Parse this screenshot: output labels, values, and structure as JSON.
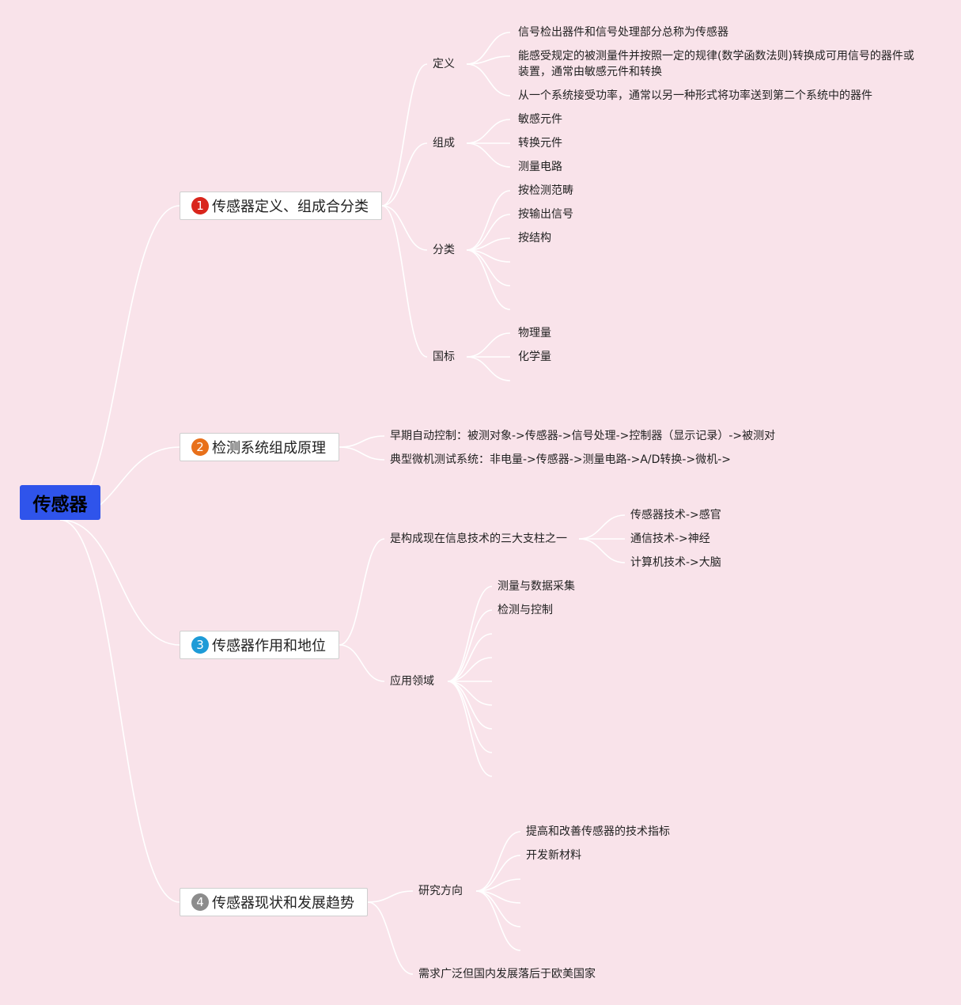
{
  "root": {
    "label": "传感器",
    "color": "#2f54eb"
  },
  "branches": [
    {
      "number": "1",
      "badge_color": "#d9251c",
      "label": "传感器定义、组成合分类",
      "children": [
        {
          "label": "定义",
          "children": [
            "信号检出器件和信号处理部分总称为传感器",
            "能感受规定的被测量件并按照一定的规律(数学函数法则)转换成可用信号的器件或装置，通常由敏感元件和转换",
            "从一个系统接受功率，通常以另一种形式将功率送到第二个系统中的器件"
          ]
        },
        {
          "label": "组成",
          "children": [
            "敏感元件",
            "转换元件",
            "测量电路"
          ]
        },
        {
          "label": "分类",
          "children": [
            "按检测范畴",
            "按输出信号",
            "按结构"
          ]
        },
        {
          "label": "国标",
          "children": [
            "物理量",
            "化学量"
          ]
        }
      ]
    },
    {
      "number": "2",
      "badge_color": "#e8701a",
      "label": "检测系统组成原理",
      "children": [
        "早期自动控制：被测对象->传感器->信号处理->控制器（显示记录）->被测对",
        "典型微机测试系统：非电量->传感器->测量电路->A/D转换->微机->"
      ]
    },
    {
      "number": "3",
      "badge_color": "#1e9bd7",
      "label": "传感器作用和地位",
      "children": [
        {
          "label": "是构成现在信息技术的三大支柱之一",
          "children": [
            "传感器技术->感官",
            "通信技术->神经",
            "计算机技术->大脑"
          ]
        },
        {
          "label": "应用领域",
          "children": [
            "测量与数据采集",
            "检测与控制"
          ]
        }
      ]
    },
    {
      "number": "4",
      "badge_color": "#8c8c8c",
      "label": "传感器现状和发展趋势",
      "children": [
        {
          "label": "研究方向",
          "children": [
            "提高和改善传感器的技术指标",
            "开发新材料"
          ]
        },
        {
          "label": "需求广泛但国内发展落后于欧美国家",
          "children": []
        }
      ]
    }
  ]
}
